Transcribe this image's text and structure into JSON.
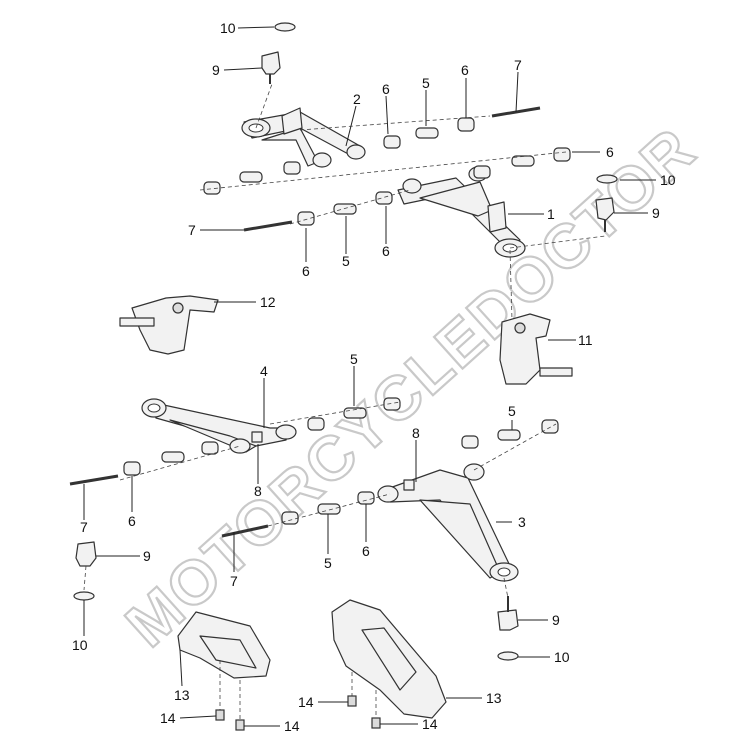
{
  "watermark": "MOTORCYCLEDOCTOR",
  "callouts": {
    "c10_top": "10",
    "c9_top": "9",
    "c2": "2",
    "c6_upper_a": "6",
    "c5_upper_a": "5",
    "c6_upper_b": "6",
    "c7_upper_right": "7",
    "c6_right": "6",
    "c10_right": "10",
    "c1": "1",
    "c9_right": "9",
    "c7_upper_left": "7",
    "c6_upper_c": "6",
    "c5_upper_b": "5",
    "c6_upper_d": "6",
    "c12": "12",
    "c11": "11",
    "c4": "4",
    "c5_lower_a": "5",
    "c5_lower_b": "5",
    "c8_a": "8",
    "c8_b": "8",
    "c7_lower_left": "7",
    "c6_lower_a": "6",
    "c3": "3",
    "c9_left": "9",
    "c7_lower_mid": "7",
    "c5_lower_c": "5",
    "c6_lower_b": "6",
    "c10_left": "10",
    "c9_bottom": "9",
    "c10_bottom": "10",
    "c13_left": "13",
    "c13_right": "13",
    "c14_a": "14",
    "c14_b": "14",
    "c14_c": "14",
    "c14_d": "14"
  }
}
